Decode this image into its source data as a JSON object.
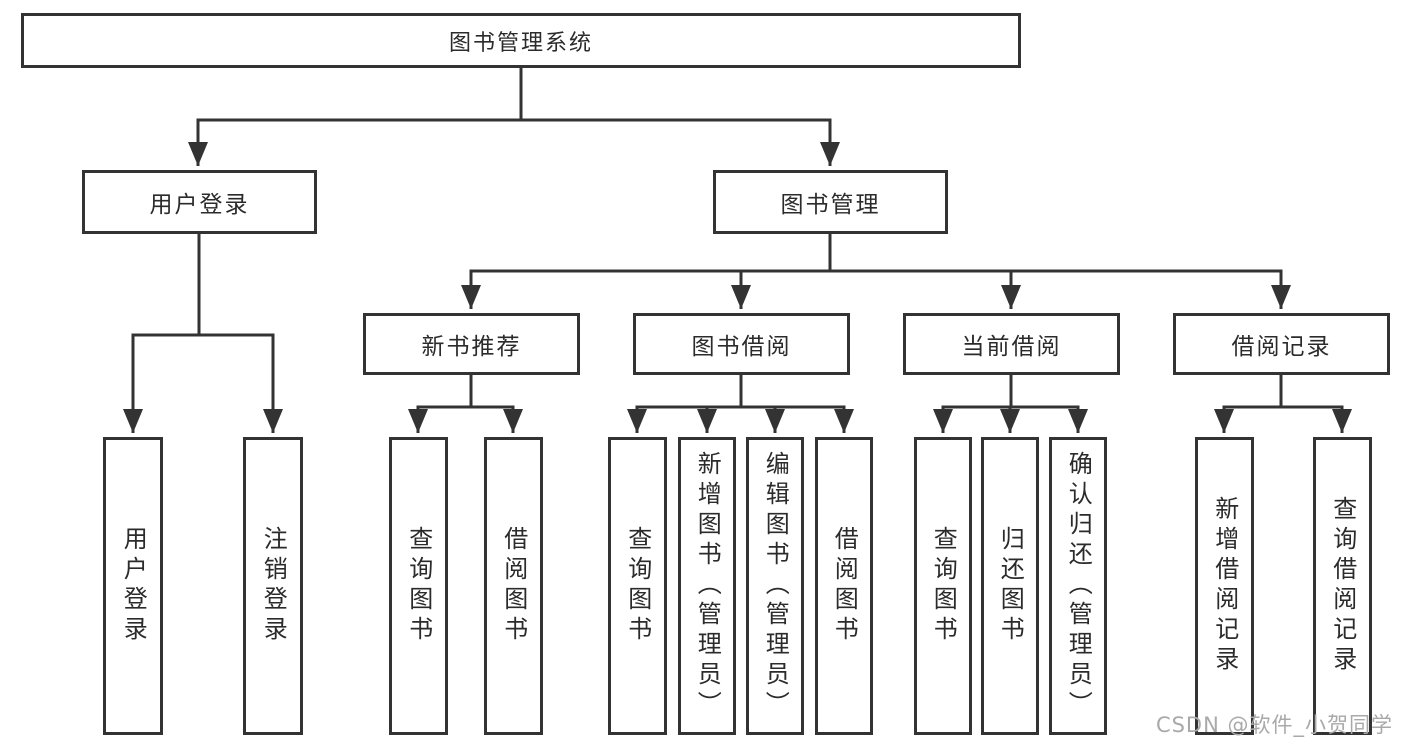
{
  "diagram_title": "图书管理系统",
  "nodes": {
    "root": "图书管理系统",
    "l2_user_login": "用户登录",
    "l2_book_management": "图书管理",
    "l3_new_book_recommend": "新书推荐",
    "l3_book_borrow": "图书借阅",
    "l3_current_borrow": "当前借阅",
    "l3_borrow_record": "借阅记录",
    "leaf_user_login": "用户登录",
    "leaf_logout": "注销登录",
    "leaf_nbr_query_book": "查询图书",
    "leaf_nbr_borrow_book": "借阅图书",
    "leaf_bb_query_book": "查询图书",
    "leaf_bb_add_book": "新增图书（管理员）",
    "leaf_bb_edit_book": "编辑图书（管理员）",
    "leaf_bb_borrow_book": "借阅图书",
    "leaf_cb_query_book": "查询图书",
    "leaf_cb_return_book": "归还图书",
    "leaf_cb_confirm_return": "确认归还（管理员）",
    "leaf_br_add_record": "新增借阅记录",
    "leaf_br_query_record": "查询借阅记录"
  },
  "watermark": "CSDN @软件_小贺同学",
  "colors": {
    "line": "#333333",
    "text": "#2b2b2b",
    "watermark": "#a9a9a9",
    "background": "#ffffff"
  }
}
